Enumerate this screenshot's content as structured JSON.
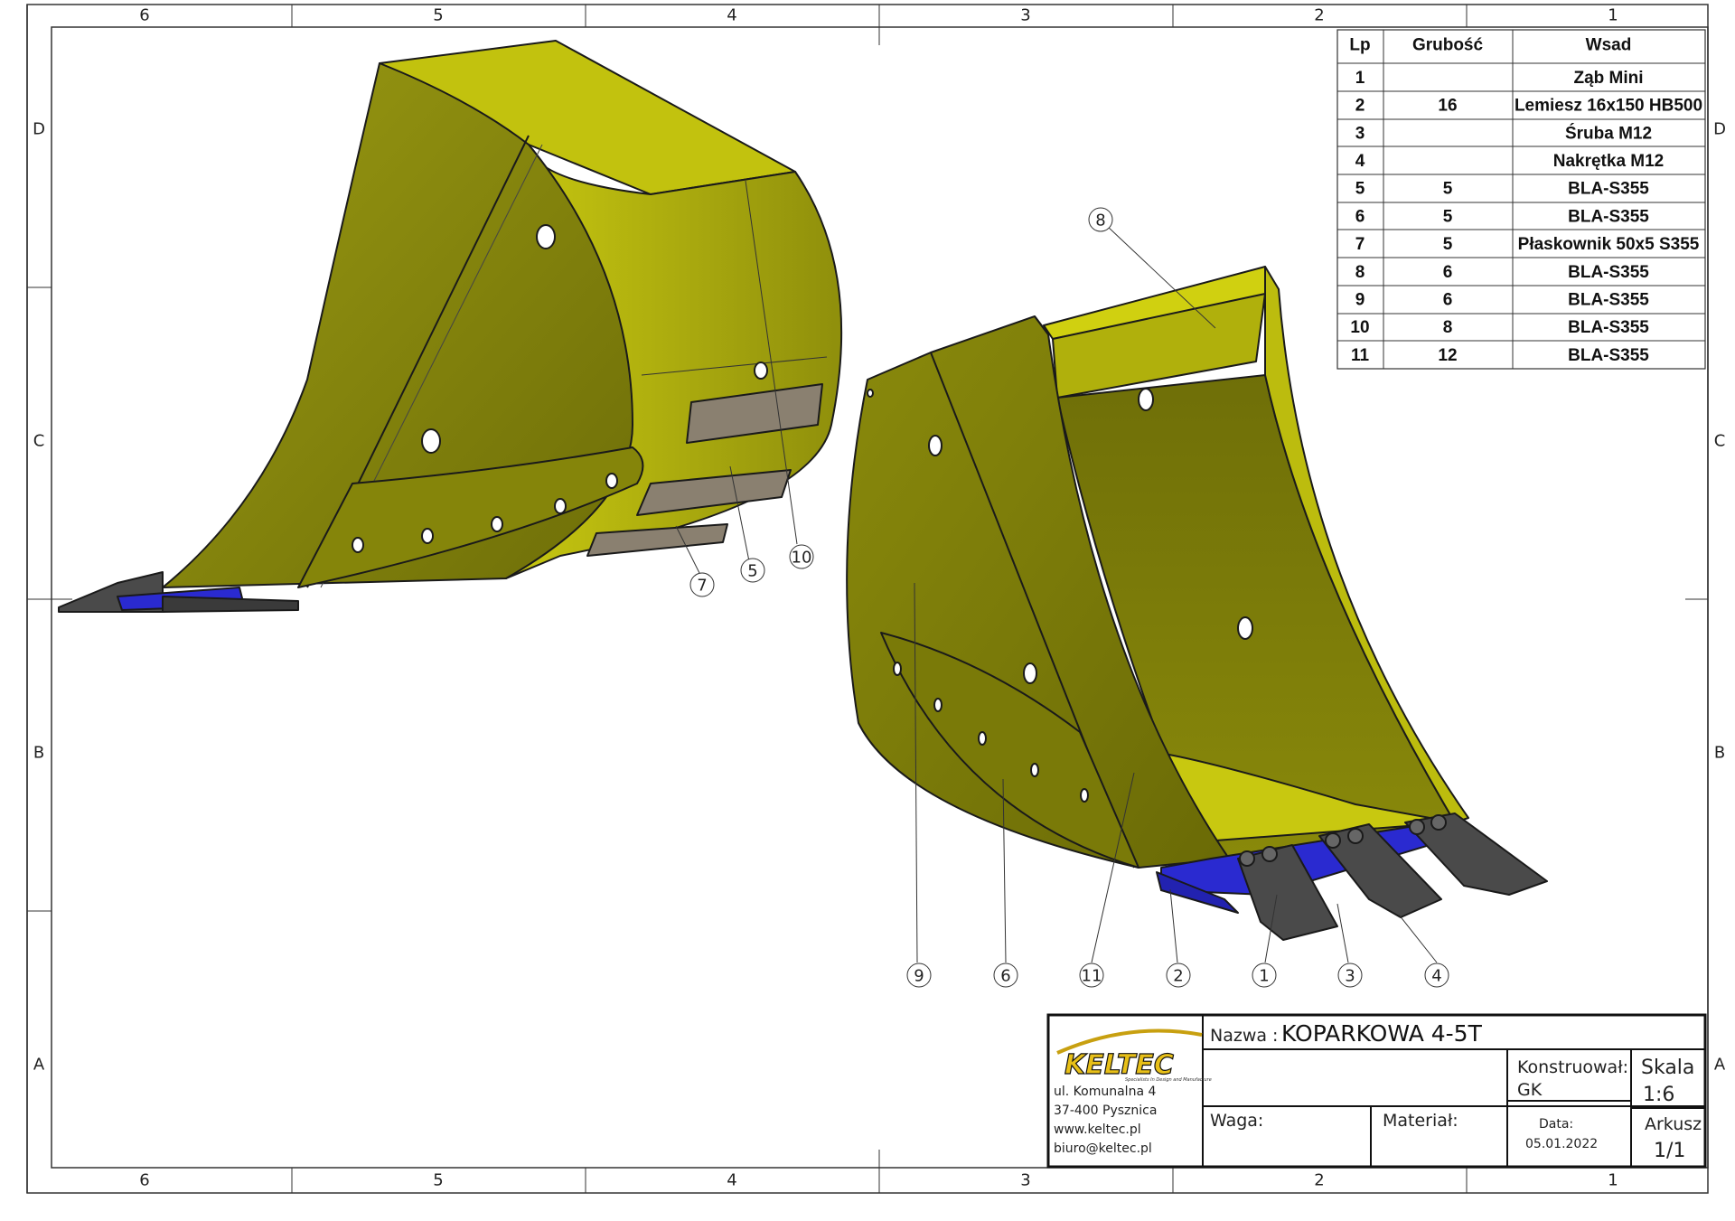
{
  "zones": {
    "columns": [
      "6",
      "5",
      "4",
      "3",
      "2",
      "1"
    ],
    "rows": [
      "D",
      "C",
      "B",
      "A"
    ]
  },
  "bom": {
    "headers": [
      "Lp",
      "Grubość",
      "Wsad"
    ],
    "rows": [
      [
        "1",
        "",
        "Ząb Mini"
      ],
      [
        "2",
        "16",
        "Lemiesz 16x150 HB500"
      ],
      [
        "3",
        "",
        "Śruba M12"
      ],
      [
        "4",
        "",
        "Nakrętka M12"
      ],
      [
        "5",
        "5",
        "BLA-S355"
      ],
      [
        "6",
        "5",
        "BLA-S355"
      ],
      [
        "7",
        "5",
        "Płaskownik 50x5 S355"
      ],
      [
        "8",
        "6",
        "BLA-S355"
      ],
      [
        "9",
        "6",
        "BLA-S355"
      ],
      [
        "10",
        "8",
        "BLA-S355"
      ],
      [
        "11",
        "12",
        "BLA-S355"
      ]
    ]
  },
  "callouts": [
    "10",
    "5",
    "7",
    "8",
    "9",
    "6",
    "11",
    "2",
    "1",
    "3",
    "4"
  ],
  "title_block": {
    "logo_text": "KELTEC",
    "logo_tagline": "Specialists In Design and Manufacture",
    "address": [
      "ul. Komunalna 4",
      "37-400 Pysznica",
      "www.keltec.pl",
      "biuro@keltec.pl"
    ],
    "name_label": "Nazwa :",
    "name_value": "KOPARKOWA 4-5T",
    "designer_label": "Konstruował:",
    "designer_value": "GK",
    "scale_label": "Skala",
    "scale_value": "1:6",
    "weight_label": "Waga:",
    "material_label": "Materiał:",
    "date_label": "Data:",
    "date_value": "05.01.2022",
    "sheet_label": "Arkusz",
    "sheet_value": "1/1"
  },
  "colors": {
    "body_yellow": "#8c8c0a",
    "light_yellow": "#c4c40c",
    "blade_blue": "#2a2ad0",
    "tooth_gray": "#4a4a4a",
    "wear_plate": "#8a8070"
  }
}
